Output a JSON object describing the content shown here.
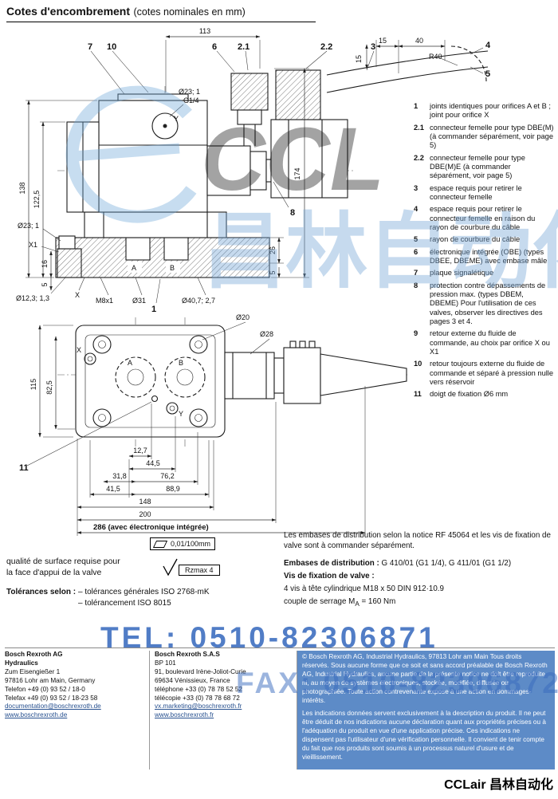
{
  "page": {
    "title": "Cotes d'encombrement",
    "subtitle": "(cotes nominales en mm)"
  },
  "d1": {
    "dims": {
      "w113": "113",
      "w15": "15",
      "w40": "40",
      "h15": "15",
      "r40": "R40",
      "h174": "174",
      "h138": "138",
      "h122": "122,5",
      "portY1": "Ø23; 1",
      "portY2": "G1/4",
      "y": "Y",
      "dia23": "Ø23; 1",
      "x1": "X1",
      "h16": "16",
      "h5l": "5",
      "dia12": "Ø12,3; 1,3",
      "x": "X",
      "m8": "M8x1",
      "dia31": "Ø31",
      "dia40": "Ø40,7; 2,7",
      "h26": "26",
      "h5r": "5",
      "a": "A",
      "b": "B"
    },
    "callouts": {
      "c7": "7",
      "c10": "10",
      "c6": "6",
      "c21": "2.1",
      "c22": "2.2",
      "c3": "3",
      "c4": "4",
      "c5": "5",
      "c1": "1",
      "c8": "8"
    }
  },
  "d2": {
    "dims": {
      "dia20": "Ø20",
      "dia28": "Ø28",
      "h115": "115",
      "h82": "82,5",
      "x": "X",
      "a": "A",
      "b": "B",
      "y": "Y",
      "w12": "12,7",
      "w44": "44,5",
      "w31": "31,8",
      "w76": "76,2",
      "w41": "41,5",
      "w88": "88,9",
      "w148": "148",
      "w200": "200",
      "w286": "286 (avec électronique intégrée)"
    },
    "callouts": {
      "c11": "11"
    }
  },
  "legend": {
    "items": [
      {
        "num": "1",
        "text": "joints identiques pour orifices A et B ; joint pour orifice X"
      },
      {
        "num": "2.1",
        "text": "connecteur femelle pour type DBE(M) (à commander séparément, voir page 5)"
      },
      {
        "num": "2.2",
        "text": "connecteur femelle pour type DBE(M)E (à commander séparément, voir page 5)"
      },
      {
        "num": "3",
        "text": "espace requis pour retirer le connecteur femelle"
      },
      {
        "num": "4",
        "text": "espace requis pour retirer le connecteur femelle en raison du rayon de courbure du câble"
      },
      {
        "num": "5",
        "text": "rayon de courbure du câble"
      },
      {
        "num": "6",
        "text": "électronique intégrée (OBE) (types DBEE, DBEME) avec embase mâle"
      },
      {
        "num": "7",
        "text": "plaque signalétique"
      },
      {
        "num": "8",
        "text": "protection contre dépassements de pression max. (types DBEM, DBEME) Pour l'utilisation de ces valves, observer les directives des pages 3 et 4."
      },
      {
        "num": "9",
        "text": "retour externe du fluide de commande, au choix par orifice X ou X1"
      },
      {
        "num": "10",
        "text": "retour toujours externe du fluide de commande et séparé à pression nulle vers réservoir"
      },
      {
        "num": "11",
        "text": "doigt de fixation Ø6 mm"
      }
    ]
  },
  "surface": {
    "line1": "qualité de surface requise pour",
    "line2": "la face d'appui de la valve",
    "flat": "0,01/100mm",
    "rz": "Rzmax 4"
  },
  "tol": {
    "label": "Tolérances selon :",
    "l1": "– tolérances générales ISO 2768-mK",
    "l2": "– tolérancement ISO 8015"
  },
  "notes": {
    "p1": "Les embases de distribution selon la notice RF 45064 et les vis de fixation de valve sont à commander séparément.",
    "emb_label": "Embases de distribution :",
    "emb_value": "G 410/01 (G1 1/4), G 411/01 (G1 1/2)",
    "vis_label": "Vis de fixation de valve :",
    "vis_l1": "4 vis à tête cylindrique M18 x 50 DIN 912·10.9",
    "vis_l2_pre": "couple de serrage M",
    "vis_l2_sub": "A",
    "vis_l2_post": " = 160 Nm"
  },
  "footer": {
    "col1": {
      "name": "Bosch Rexroth AG",
      "dept": "Hydraulics",
      "addr1": "Zum Eisengießer 1",
      "addr2": "97816 Lohr am Main, Germany",
      "tel": "Telefon  +49 (0) 93 52 / 18-0",
      "fax": "Telefax  +49 (0) 93 52 / 18-23 58",
      "email": "documentation@boschrexroth.de",
      "web": "www.boschrexroth.de"
    },
    "col2": {
      "name": "Bosch Rexroth S.A.S",
      "addr0": "BP 101",
      "addr1": "91, boulevard Irène-Joliot-Curie",
      "addr2": "69634 Vénissieux, France",
      "tel": "téléphone +33 (0) 78 78 52 52",
      "fax": "télécopie  +33 (0) 78 78 68 72",
      "email": "vx.marketing@boschrexroth.fr",
      "web": "www.boschrexroth.fr"
    },
    "col3": {
      "p1": "© Bosch Rexroth AG, Industrial Hydraulics, 97813 Lohr am Main Tous droits réservés. Sous aucune forme que ce soit et sans accord préalable de Bosch Rexroth AG, Industrial Hydraulics, aucune partie de la présente notice ne doit être reproduite ni, au moyen de systèmes électroniques, stockée, modifiée, diffusée ou photographiée. Toute action contrevenante expose à une action en dommages-intérêts.",
      "p2": "Les indications données servent exclusivement à la description du produit. Il ne peut être déduit de nos indications aucune déclaration quant aux propriétés précises ou à l'adéquation du produit en vue d'une application précise. Ces indications ne dispensent pas l'utilisateur d'une vérification personnelle. Il convient de tenir compte du fait que nos produits sont soumis à un processus naturel d'usure et de vieillissement."
    }
  },
  "watermark": {
    "logo": "CCL",
    "cn": "昌林自动化",
    "tel": "TEL: 0510-82306871",
    "fax": "FAX: 0510-82306872",
    "brand": "CCLair 昌林自动化"
  }
}
